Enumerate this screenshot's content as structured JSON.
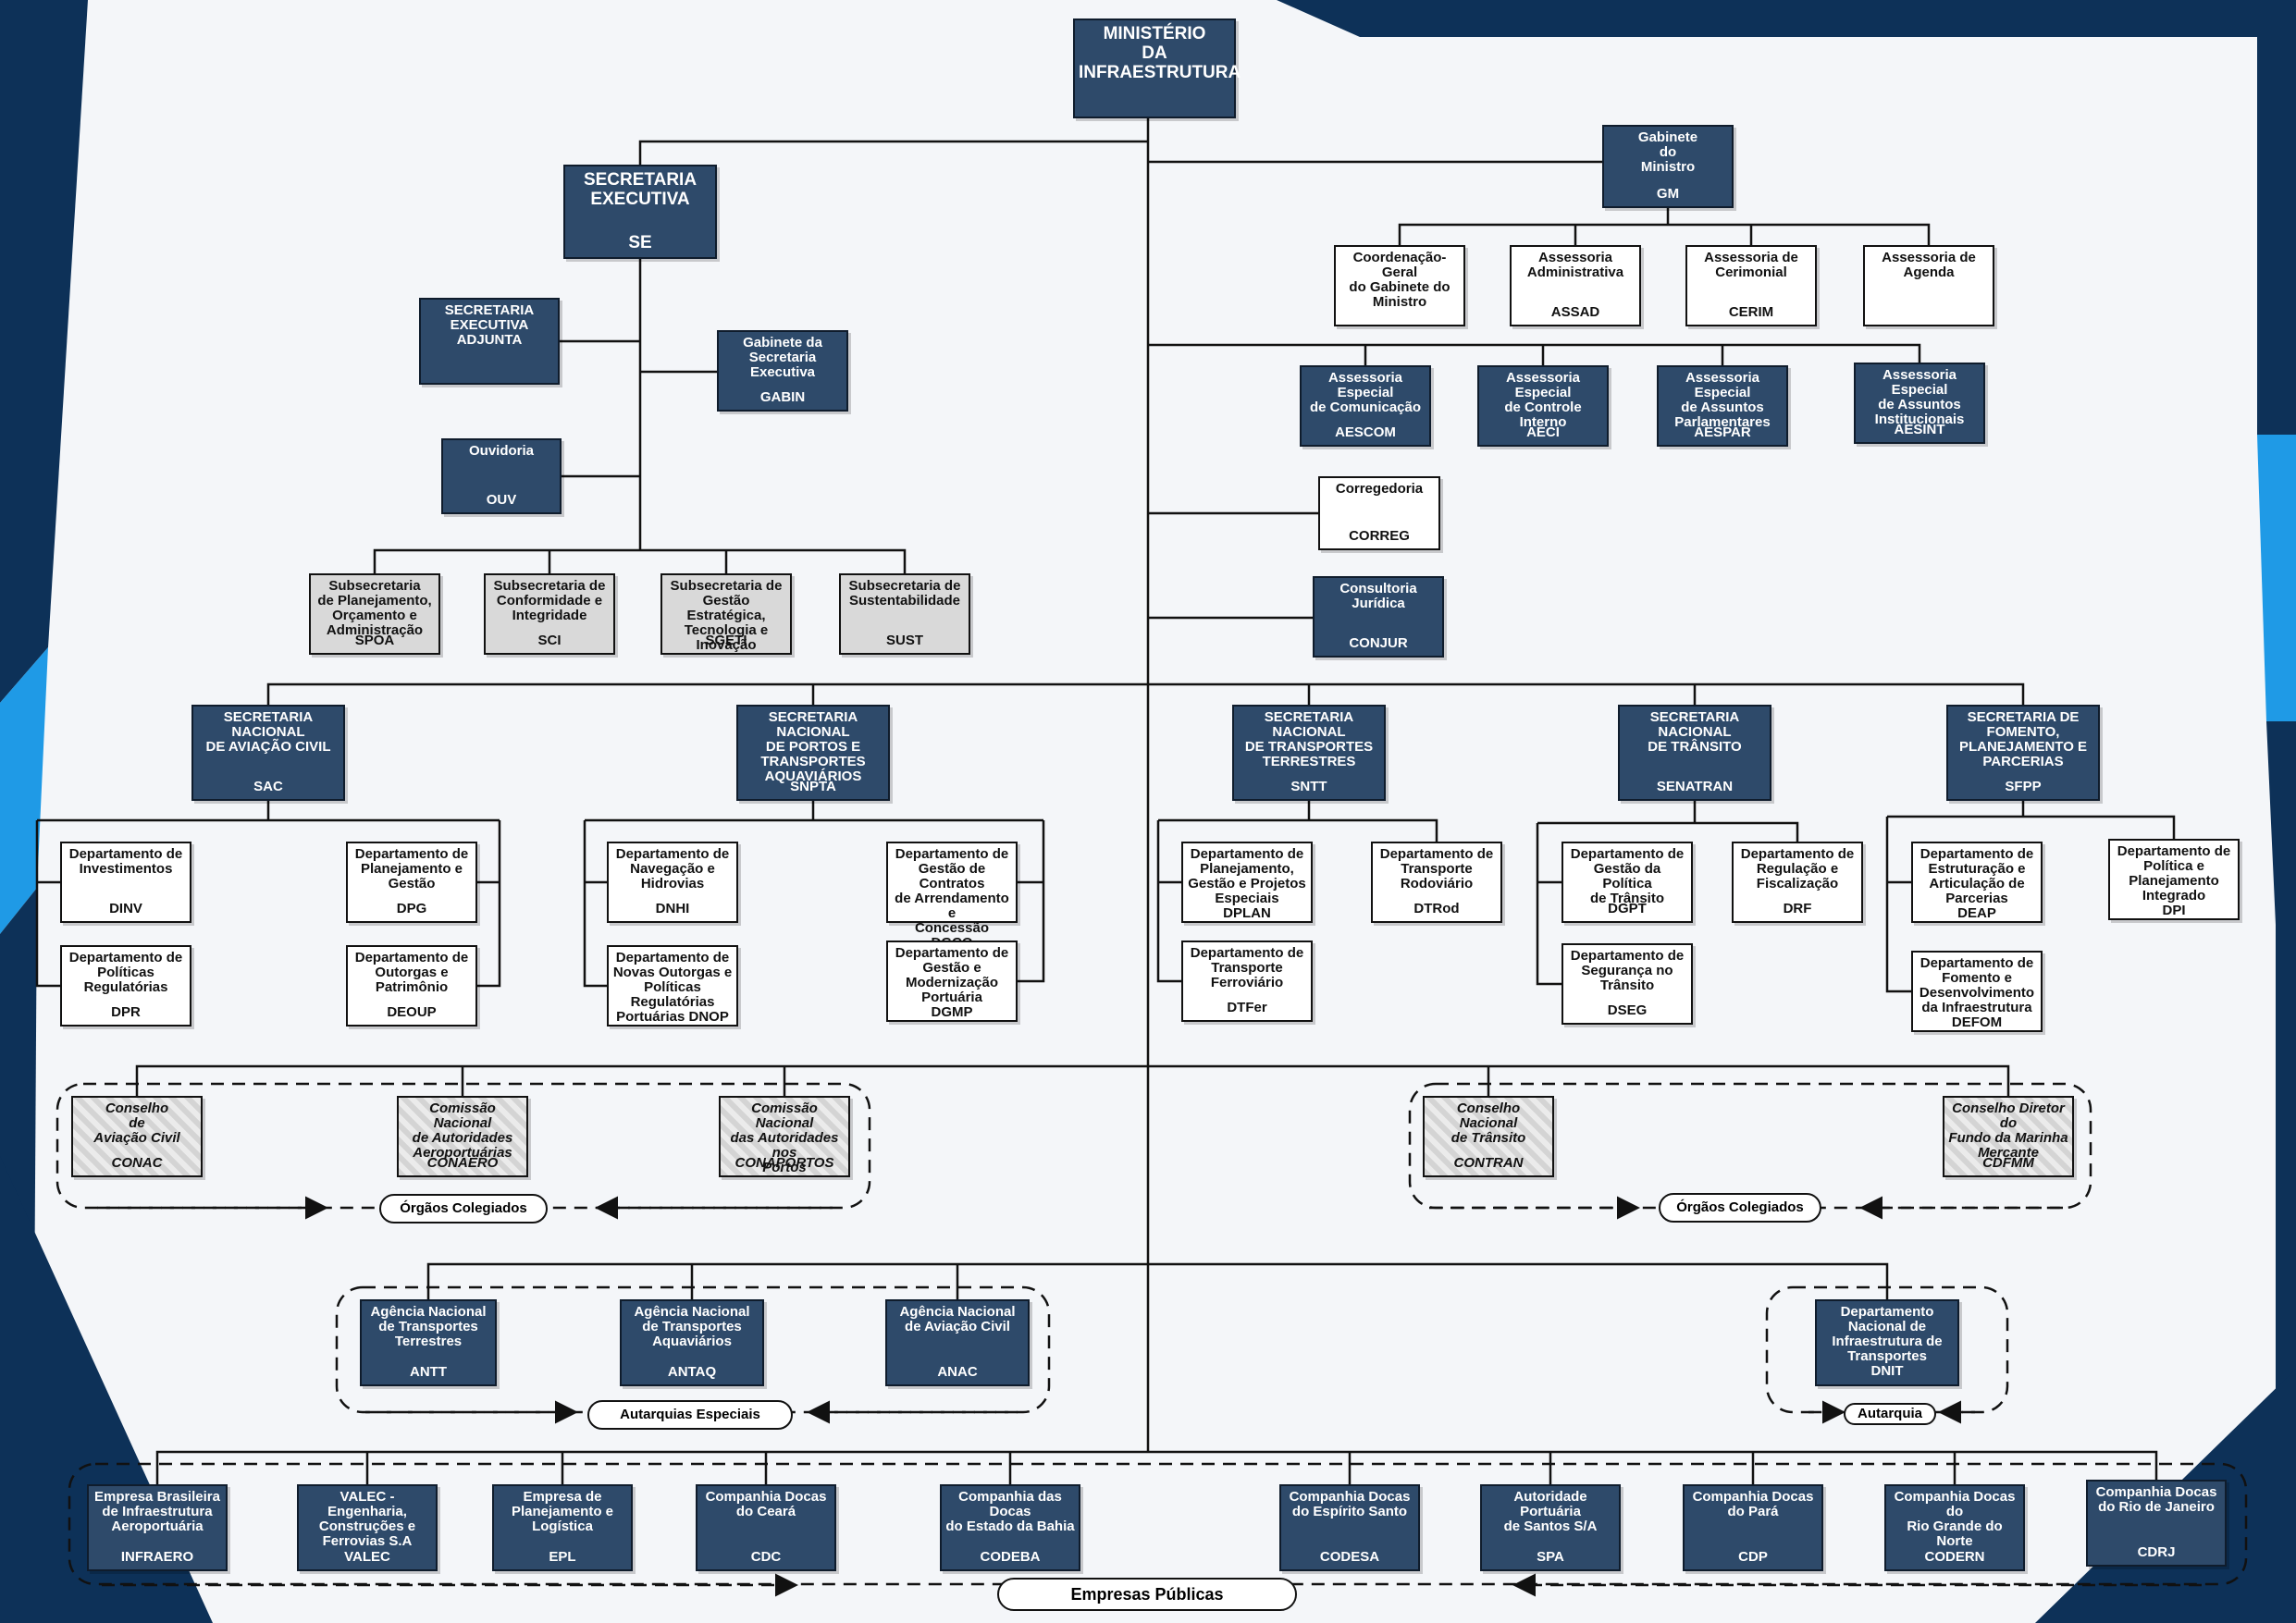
{
  "colors": {
    "frame_dark": "#0d3158",
    "frame_accent": "#1f9ae6",
    "box_dark": "#2e4a6a",
    "box_gray": "#d9d9d9",
    "line": "#111111",
    "background": "#f4f6f9"
  },
  "nodes": {
    "min": {
      "name": "MINISTÉRIO\nDA\nINFRAESTRUTURA",
      "abbr": ""
    },
    "se": {
      "name": "SECRETARIA\nEXECUTIVA",
      "abbr": "SE"
    },
    "sea": {
      "name": "SECRETARIA\nEXECUTIVA ADJUNTA",
      "abbr": ""
    },
    "gabin": {
      "name": "Gabinete da\nSecretaria Executiva",
      "abbr": "GABIN"
    },
    "ouv": {
      "name": "Ouvidoria",
      "abbr": "OUV"
    },
    "spoa": {
      "name": "Subsecretaria\nde Planejamento,\nOrçamento e\nAdministração",
      "abbr": "SPOA"
    },
    "sci": {
      "name": "Subsecretaria de\nConformidade e\nIntegridade",
      "abbr": "SCI"
    },
    "sgeti": {
      "name": "Subsecretaria de\nGestão Estratégica,\nTecnologia e\nInovação",
      "abbr": "SGETI"
    },
    "sust": {
      "name": "Subsecretaria de\nSustentabilidade",
      "abbr": "SUST"
    },
    "gm": {
      "name": "Gabinete\ndo\nMinistro",
      "abbr": "GM"
    },
    "cggm": {
      "name": "Coordenação-Geral\ndo Gabinete do\nMinistro",
      "abbr": ""
    },
    "assad": {
      "name": "Assessoria\nAdministrativa",
      "abbr": "ASSAD"
    },
    "cerim": {
      "name": "Assessoria de\nCerimonial",
      "abbr": "CERIM"
    },
    "agenda": {
      "name": "Assessoria de\nAgenda",
      "abbr": ""
    },
    "aescom": {
      "name": "Assessoria Especial\nde Comunicação",
      "abbr": "AESCOM"
    },
    "aeci": {
      "name": "Assessoria Especial\nde Controle Interno",
      "abbr": "AECI"
    },
    "aespar": {
      "name": "Assessoria Especial\nde Assuntos\nParlamentares",
      "abbr": "AESPAR"
    },
    "aesint": {
      "name": "Assessoria Especial\nde Assuntos\nInstitucionais",
      "abbr": "AESINT"
    },
    "correg": {
      "name": "Corregedoria",
      "abbr": "CORREG"
    },
    "conjur": {
      "name": "Consultoria Jurídica",
      "abbr": "CONJUR"
    },
    "sac": {
      "name": "SECRETARIA NACIONAL\nDE AVIAÇÃO CIVIL",
      "abbr": "SAC"
    },
    "snpta": {
      "name": "SECRETARIA NACIONAL\nDE PORTOS E\nTRANSPORTES\nAQUAVIÁRIOS",
      "abbr": "SNPTA"
    },
    "sntt": {
      "name": "SECRETARIA NACIONAL\nDE TRANSPORTES\nTERRESTRES",
      "abbr": "SNTT"
    },
    "senatran": {
      "name": "SECRETARIA NACIONAL\nDE TRÂNSITO",
      "abbr": "SENATRAN"
    },
    "sfpp": {
      "name": "SECRETARIA DE\nFOMENTO,\nPLANEJAMENTO E\nPARCERIAS",
      "abbr": "SFPP"
    },
    "dinv": {
      "name": "Departamento de\nInvestimentos",
      "abbr": "DINV"
    },
    "dpr": {
      "name": "Departamento de\nPolíticas\nRegulatórias",
      "abbr": "DPR"
    },
    "dpg": {
      "name": "Departamento de\nPlanejamento e\nGestão",
      "abbr": "DPG"
    },
    "deoup": {
      "name": "Departamento de\nOutorgas e\nPatrimônio",
      "abbr": "DEOUP"
    },
    "dnhi": {
      "name": "Departamento de\nNavegação e\nHidrovias",
      "abbr": "DNHI"
    },
    "dnop": {
      "name": "Departamento de\nNovas Outorgas e\nPolíticas\nRegulatórias\nPortuárias DNOP",
      "abbr": ""
    },
    "dgco": {
      "name": "Departamento de\nGestão de Contratos\nde Arrendamento e\nConcessão\nDGCO",
      "abbr": ""
    },
    "dgmp": {
      "name": "Departamento de\nGestão e\nModernização\nPortuária\nDGMP",
      "abbr": ""
    },
    "dplan": {
      "name": "Departamento de\nPlanejamento,\nGestão e Projetos\nEspeciais\nDPLAN",
      "abbr": ""
    },
    "dtfer": {
      "name": "Departamento de\nTransporte\nFerroviário",
      "abbr": "DTFer"
    },
    "dtrod": {
      "name": "Departamento de\nTransporte\nRodoviário",
      "abbr": "DTRod"
    },
    "dgpt": {
      "name": "Departamento de\nGestão da Política\nde Trânsito",
      "abbr": "DGPT"
    },
    "dseg": {
      "name": "Departamento de\nSegurança no\nTrânsito",
      "abbr": "DSEG"
    },
    "drf": {
      "name": "Departamento de\nRegulação e\nFiscalização",
      "abbr": "DRF"
    },
    "deap": {
      "name": "Departamento de\nEstruturação e\nArticulação de\nParcerias\nDEAP",
      "abbr": ""
    },
    "defom": {
      "name": "Departamento de\nFomento e\nDesenvolvimento\nda Infraestrutura\nDEFOM",
      "abbr": ""
    },
    "dpi": {
      "name": "Departamento de\nPolítica e\nPlanejamento\nIntegrado\nDPI",
      "abbr": ""
    },
    "conac": {
      "name": "Conselho\nde\nAviação Civil",
      "abbr": "CONAC"
    },
    "conaero": {
      "name": "Comissão Nacional\nde Autoridades\nAeroportuárias",
      "abbr": "CONAERO"
    },
    "conaportos": {
      "name": "Comissão Nacional\ndas Autoridades nos\nPortos",
      "abbr": "CONAPORTOS"
    },
    "contran": {
      "name": "Conselho Nacional\nde Trânsito",
      "abbr": "CONTRAN"
    },
    "cdfmm": {
      "name": "Conselho Diretor do\nFundo da Marinha\nMercante",
      "abbr": "CDFMM"
    },
    "antt": {
      "name": "Agência Nacional\nde Transportes\nTerrestres",
      "abbr": "ANTT"
    },
    "antaq": {
      "name": "Agência Nacional\nde Transportes\nAquaviários",
      "abbr": "ANTAQ"
    },
    "anac": {
      "name": "Agência Nacional\nde Aviação Civil",
      "abbr": "ANAC"
    },
    "dnit": {
      "name": "Departamento\nNacional de\nInfraestrutura de\nTransportes\nDNIT",
      "abbr": ""
    },
    "infraero": {
      "name": "Empresa Brasileira\nde Infraestrutura\nAeroportuária",
      "abbr": "INFRAERO"
    },
    "valec": {
      "name": "VALEC - Engenharia,\nConstruções e\nFerrovias S.A",
      "abbr": "VALEC"
    },
    "epl": {
      "name": "Empresa de\nPlanejamento e\nLogística",
      "abbr": "EPL"
    },
    "cdc": {
      "name": "Companhia Docas\ndo Ceará",
      "abbr": "CDC"
    },
    "codeba": {
      "name": "Companhia das Docas\ndo Estado da Bahia",
      "abbr": "CODEBA"
    },
    "codesa": {
      "name": "Companhia Docas\ndo Espírito Santo",
      "abbr": "CODESA"
    },
    "spa": {
      "name": "Autoridade Portuária\nde Santos S/A",
      "abbr": "SPA"
    },
    "cdp": {
      "name": "Companhia Docas\ndo Pará",
      "abbr": "CDP"
    },
    "codern": {
      "name": "Companhia Docas do\nRio Grande do Norte",
      "abbr": "CODERN"
    },
    "cdrj": {
      "name": "Companhia Docas\ndo Rio de Janeiro",
      "abbr": "CDRJ"
    }
  },
  "groups": {
    "orgaos_left": "Órgãos Colegiados",
    "orgaos_right": "Órgãos Colegiados",
    "autarquias_especiais": "Autarquias Especiais",
    "autarquia": "Autarquia",
    "empresas_publicas": "Empresas Públicas"
  }
}
